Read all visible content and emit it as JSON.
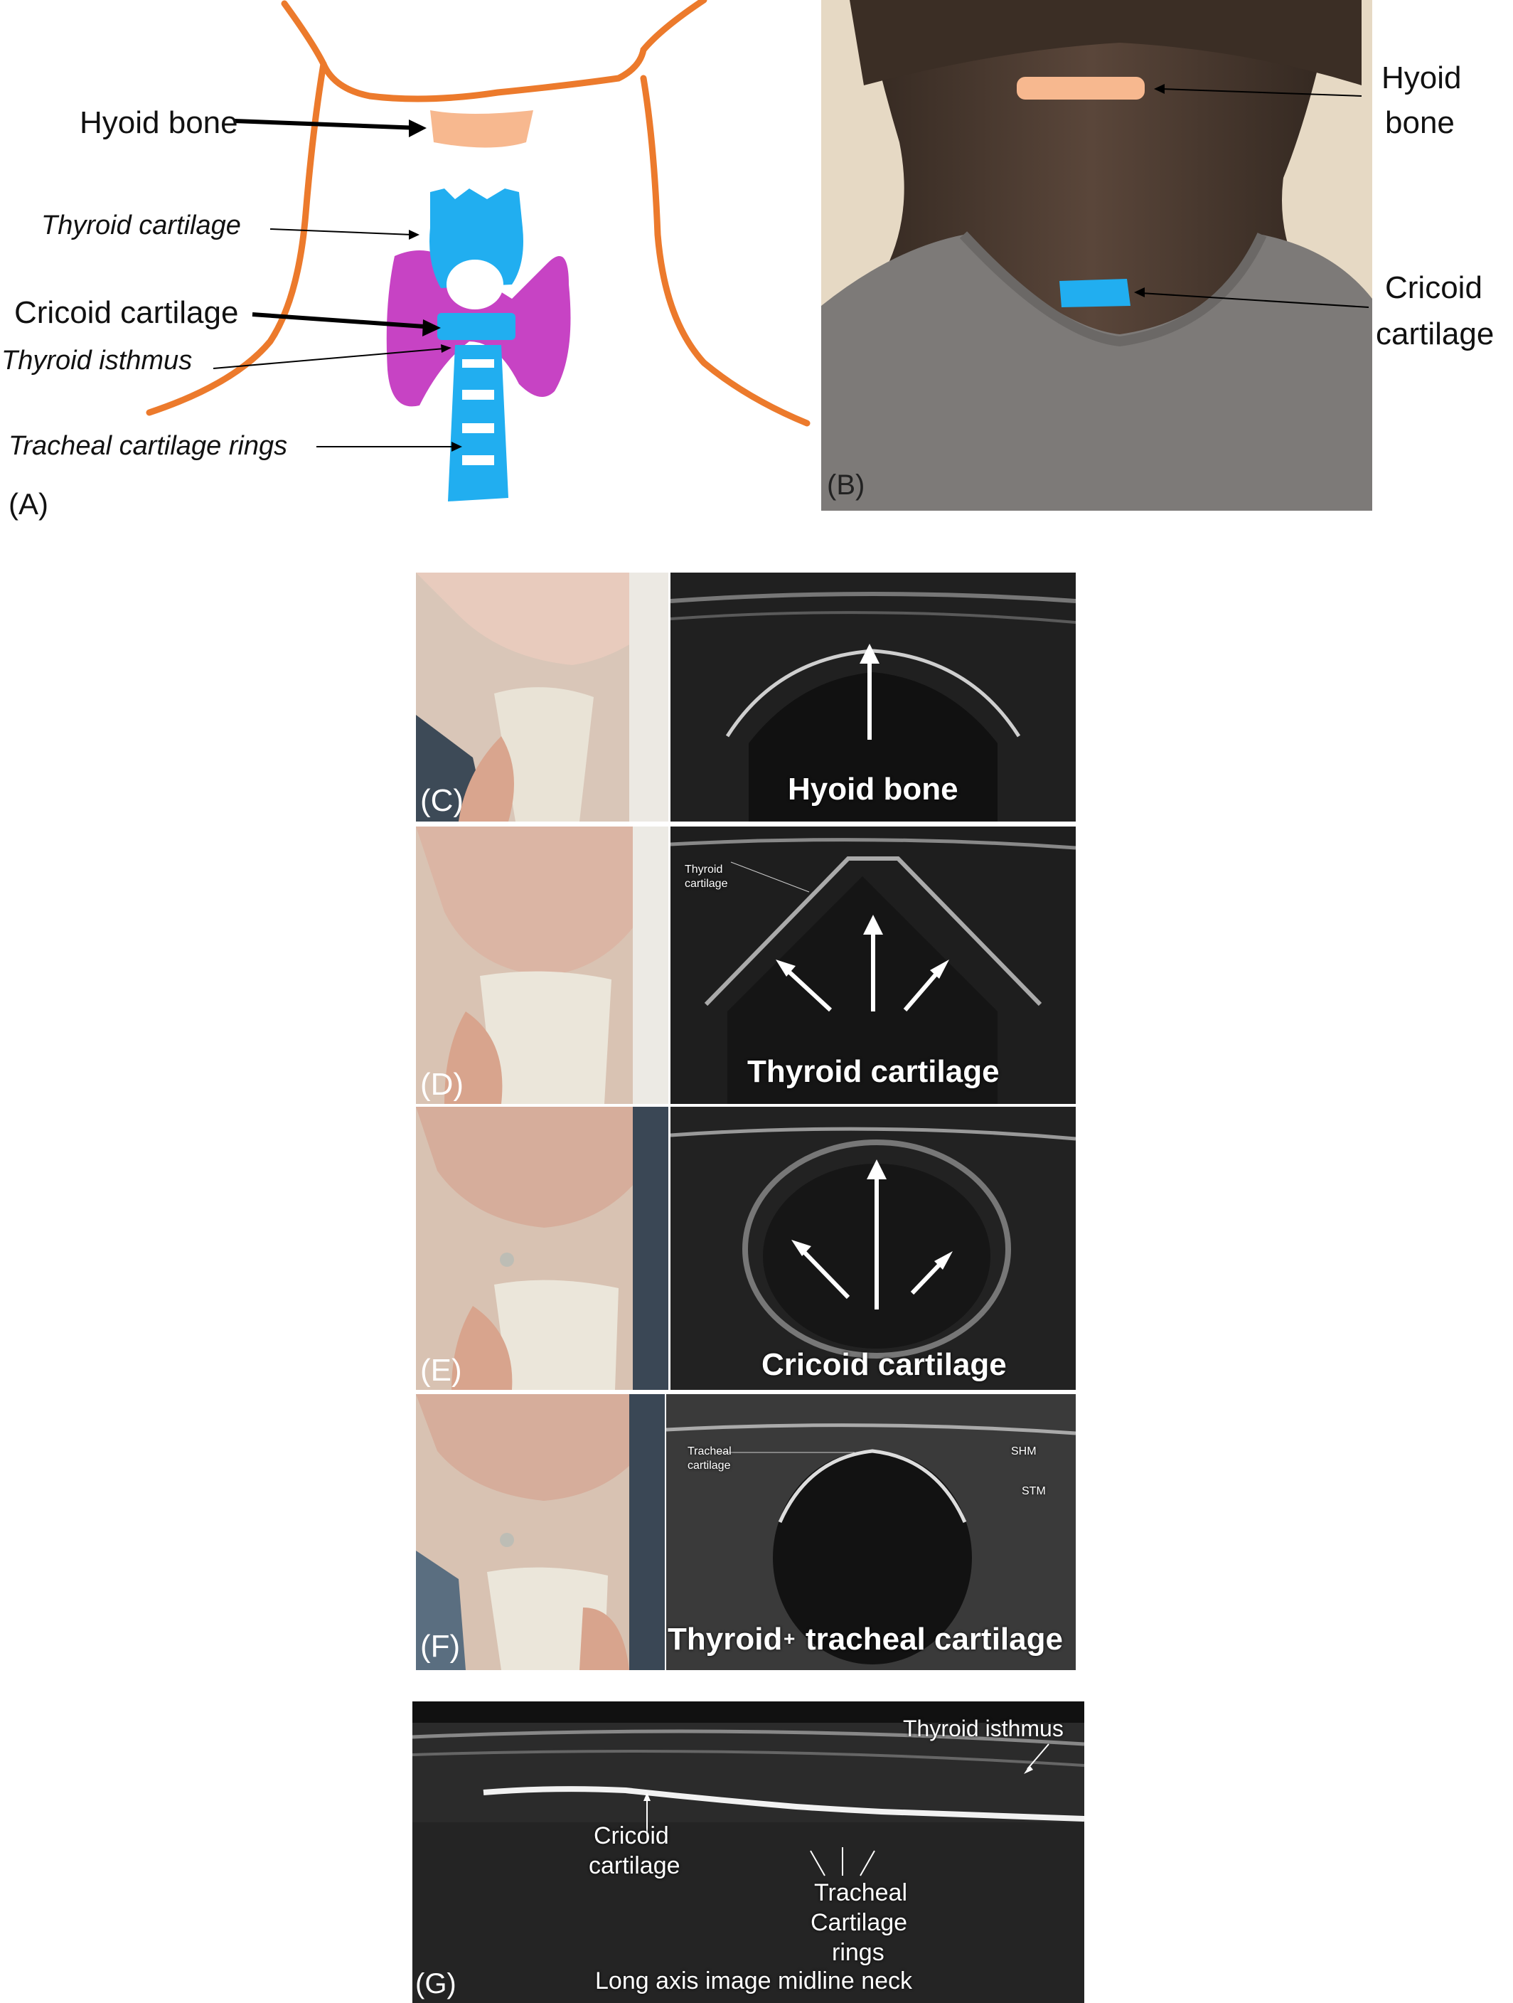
{
  "panel_a": {
    "tag": "(A)",
    "labels": {
      "hyoid": "Hyoid bone",
      "thyroid_cartilage": "Thyroid cartilage",
      "cricoid": "Cricoid cartilage",
      "thyroid_isthmus": "Thyroid isthmus",
      "tracheal_rings": "Tracheal cartilage rings"
    },
    "colors": {
      "outline": "#ec7a2c",
      "hyoid": "#f7b88f",
      "cartilage": "#21aef0",
      "thyroid": "#c743c4"
    }
  },
  "panel_b": {
    "tag": "(B)",
    "labels": {
      "hyoid_1": "Hyoid",
      "hyoid_2": "bone",
      "cricoid_1": "Cricoid",
      "cricoid_2": "cartilage"
    }
  },
  "panel_c": {
    "tag": "(C)",
    "label": "Hyoid bone"
  },
  "panel_d": {
    "tag": "(D)",
    "label": "Thyroid cartilage",
    "small_label_1": "Thyroid",
    "small_label_2": "cartilage"
  },
  "panel_e": {
    "tag": "(E)",
    "label": "Cricoid cartilage"
  },
  "panel_f": {
    "tag": "(F)",
    "label_1": "Thyroid",
    "label_plus": "+",
    "label_2": "tracheal cartilage",
    "small_label_1": "Tracheal",
    "small_label_2": "cartilage",
    "shm": "SHM",
    "stm": "STM"
  },
  "panel_g": {
    "tag": "(G)",
    "thyroid_isthmus": "Thyroid isthmus",
    "cricoid_1": "Cricoid",
    "cricoid_2": "cartilage",
    "tracheal_1": "Tracheal",
    "tracheal_2": "Cartilage",
    "tracheal_3": "rings",
    "caption": "Long axis image midline neck"
  }
}
